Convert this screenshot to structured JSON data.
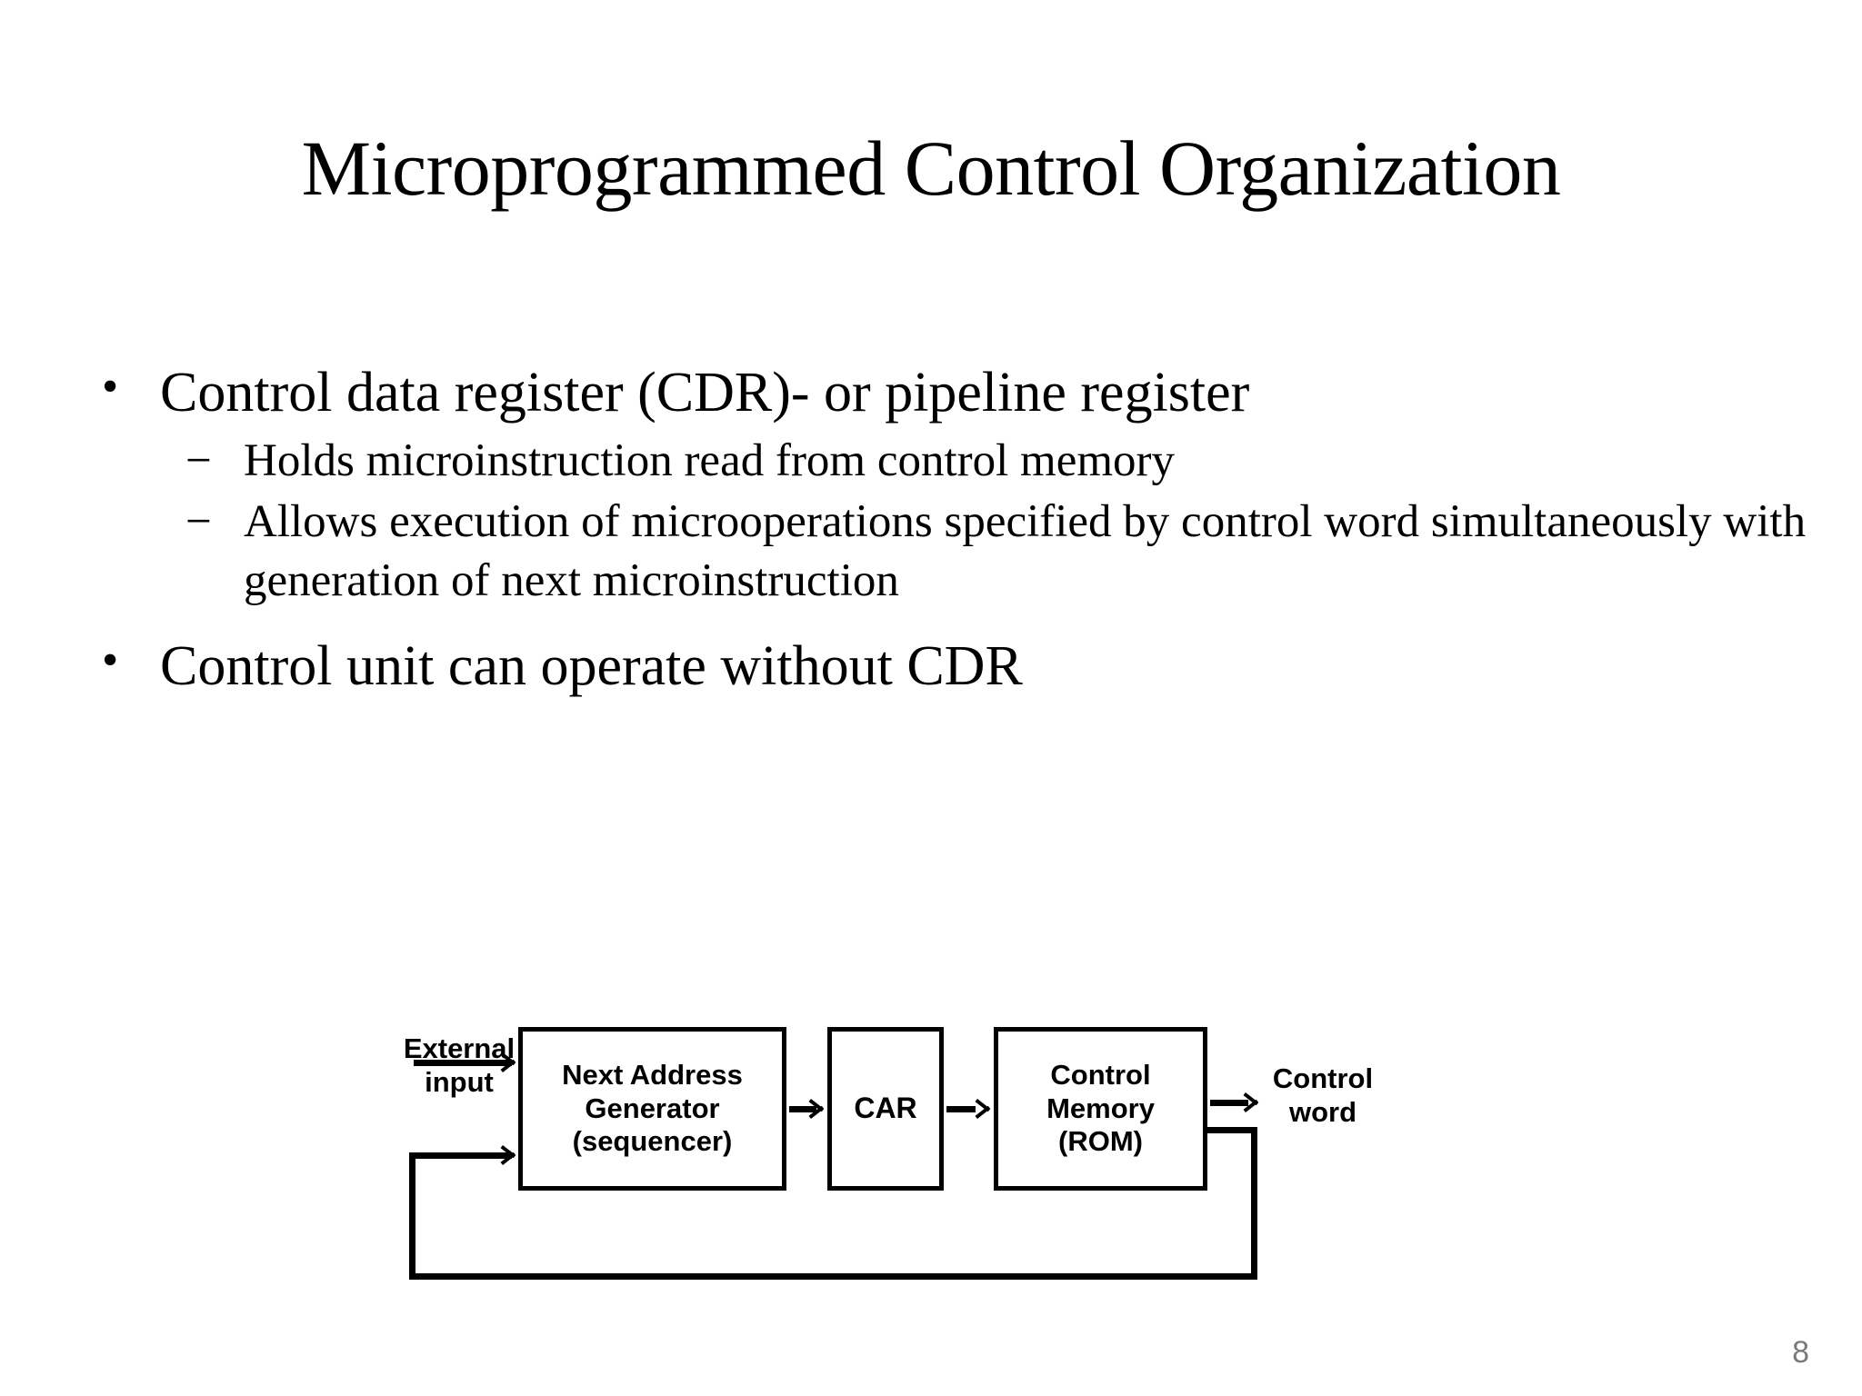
{
  "slide": {
    "title": "Microprogrammed Control Organization",
    "page_number": "8",
    "page_number_color": "#7a7a7a",
    "background_color": "#ffffff",
    "text_color": "#000000"
  },
  "bullets": [
    {
      "marker": "•",
      "text": "Control data register (CDR)- or pipeline register",
      "sub": [
        {
          "marker": "−",
          "text": "Holds microinstruction read from control memory"
        },
        {
          "marker": "−",
          "text": "Allows execution of microoperations specified by control word simultaneously with generation of next microinstruction"
        }
      ]
    },
    {
      "marker": "•",
      "text": "Control unit can operate without CDR",
      "sub": []
    }
  ],
  "diagram": {
    "labels": {
      "external_input": "External\ninput",
      "control_word": "Control\nword"
    },
    "boxes": [
      {
        "id": "next-address-generator",
        "text": "Next Address\nGenerator\n(sequencer)"
      },
      {
        "id": "car",
        "text": "CAR"
      },
      {
        "id": "control-memory",
        "text": "Control\nMemory\n(ROM)"
      }
    ],
    "connections": [
      {
        "from": "external-input",
        "to": "next-address-generator"
      },
      {
        "from": "feedback-loop",
        "to": "next-address-generator"
      },
      {
        "from": "next-address-generator",
        "to": "car"
      },
      {
        "from": "car",
        "to": "control-memory"
      },
      {
        "from": "control-memory",
        "to": "control-word"
      },
      {
        "from": "control-memory",
        "to": "feedback-loop"
      }
    ]
  }
}
